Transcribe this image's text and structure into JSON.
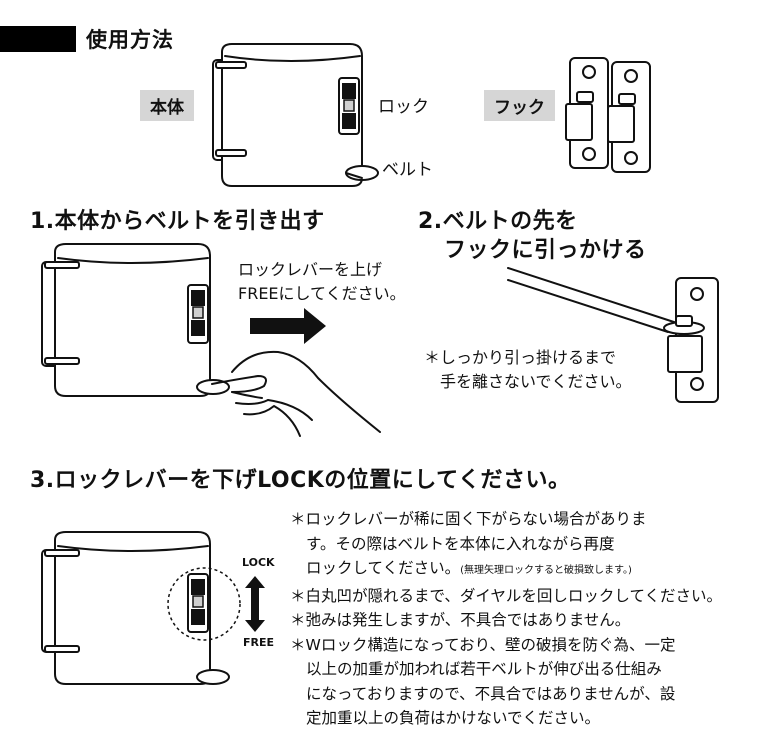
{
  "header": {
    "title": "使用方法"
  },
  "parts": {
    "body_tag": "本体",
    "lock_label": "ロック",
    "belt_label": "ベルト",
    "hook_tag": "フック"
  },
  "step1": {
    "title": "1.本体からベルトを引き出す",
    "instruction_line1": "ロックレバーを上げ",
    "instruction_line2": "FREEにしてください。"
  },
  "step2": {
    "title_line1": "2.ベルトの先を",
    "title_line2": "フックに引っかける",
    "note_line1": "＊しっかり引っ掛けるまで",
    "note_line2": "手を離さないでください。"
  },
  "step3": {
    "title": "3.ロックレバーを下げLOCKの位置にしてください。",
    "lock_arrow_label": "LOCK",
    "free_arrow_label": "FREE",
    "notes": {
      "n1_line1": "＊ロックレバーが稀に固く下がらない場合がありま",
      "n1_line2": "す。その際はベルトを本体に入れながら再度",
      "n1_line3": "ロックしてください。",
      "n1_small": "(無理矢理ロックすると破損致します。)",
      "n2": "＊白丸凹が隠れるまで、ダイヤルを回しロックしてください。",
      "n3": "＊弛みは発生しますが、不具合ではありません。",
      "n4_line1": "＊Wロック構造になっており、壁の破損を防ぐ為、一定",
      "n4_line2": "以上の加重が加われば若干ベルトが伸び出る仕組み",
      "n4_line3": "になっておりますので、不具合ではありませんが、設",
      "n4_line4": "定加重以上の負荷はかけないでください。"
    }
  }
}
